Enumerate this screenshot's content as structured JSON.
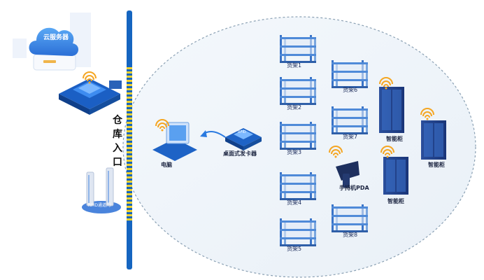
{
  "cloud": {
    "label": "云服务器"
  },
  "gate": {
    "label": "RFID通道门"
  },
  "entrance": {
    "chars": [
      "仓",
      "库",
      "入",
      "口"
    ]
  },
  "computer": {
    "label": "电脑"
  },
  "card_issuer": {
    "label": "桌面式发卡器",
    "chip_text": "RFID"
  },
  "handheld": {
    "label": "手持机PDA"
  },
  "shelves": [
    {
      "label": "货架1"
    },
    {
      "label": "货架2"
    },
    {
      "label": "货架3"
    },
    {
      "label": "货架4"
    },
    {
      "label": "货架5"
    },
    {
      "label": "货架6"
    },
    {
      "label": "货架7"
    },
    {
      "label": "货架8"
    }
  ],
  "cabinets": [
    {
      "label": "智能柜"
    },
    {
      "label": "智能柜"
    },
    {
      "label": "智能柜"
    }
  ],
  "colors": {
    "accent": "#1565c0",
    "frame": "#2a6fdb",
    "dashed_border": "#8aa0b3",
    "dash_yellow": "#f2d22e",
    "wifi": "#f5a623"
  }
}
